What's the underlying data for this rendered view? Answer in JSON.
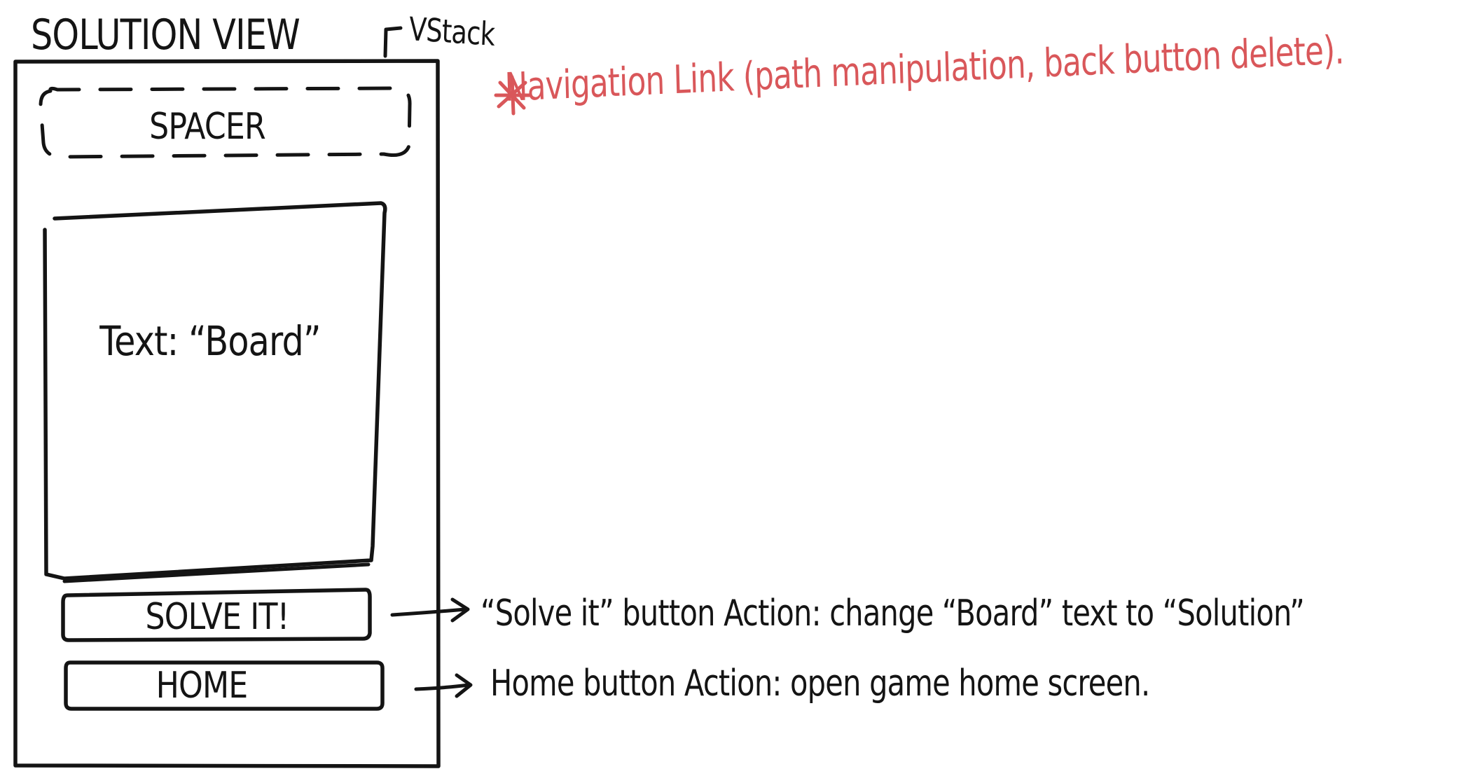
{
  "title": "SOLUTION VIEW",
  "container_label": "VStack",
  "note": "Navigation Link (path manipulation, back button delete).",
  "spacer": {
    "label": "SPACER"
  },
  "board": {
    "label": "Text: “Board”"
  },
  "solve_button": {
    "label": "SOLVE IT!",
    "annotation": "“Solve it” button Action: change “Board” text to “Solution”"
  },
  "home_button": {
    "label": "HOME",
    "annotation": "Home button Action: open game home screen."
  },
  "colors": {
    "ink": "#141414",
    "note_red": "#d9575a",
    "paper": "#ffffff"
  }
}
